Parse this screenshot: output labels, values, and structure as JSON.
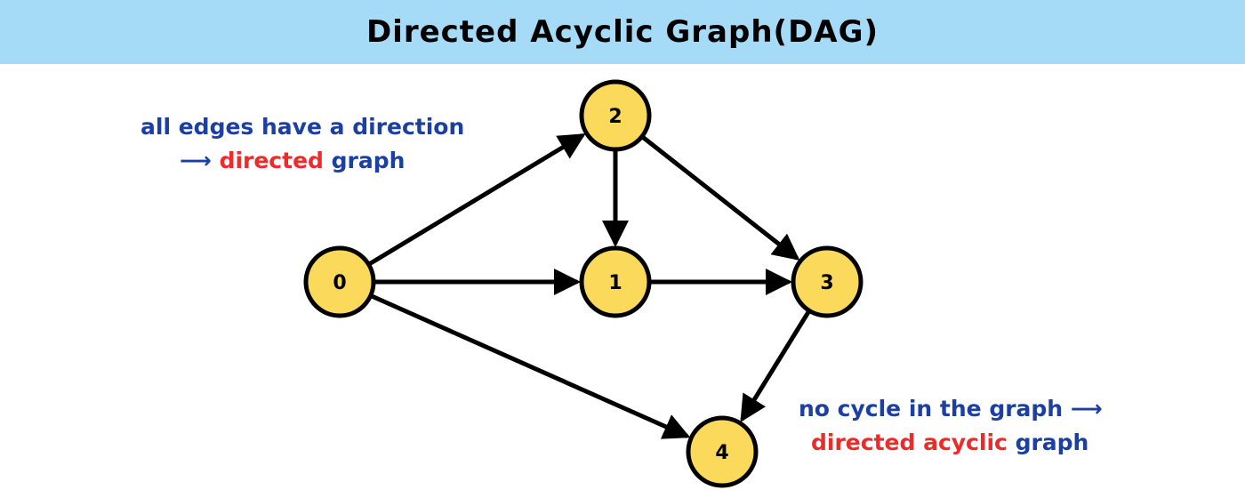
{
  "title": "Directed Acyclic Graph(DAG)",
  "colors": {
    "header_bg": "#a6dbf8",
    "node_fill": "#fbd95a",
    "node_stroke": "#000000",
    "edge": "#000000",
    "text_blue": "#1b3fa3",
    "text_red": "#ef2a2a"
  },
  "annotations": {
    "left": {
      "line1": "all edges have a direction",
      "arrow": "⟶",
      "highlight": "directed",
      "tail": "graph"
    },
    "right": {
      "line1": "no cycle in the graph",
      "arrow": "⟶",
      "highlight": "directed acyclic",
      "tail": "graph"
    }
  },
  "graph": {
    "nodes": [
      {
        "id": "0",
        "label": "0"
      },
      {
        "id": "1",
        "label": "1"
      },
      {
        "id": "2",
        "label": "2"
      },
      {
        "id": "3",
        "label": "3"
      },
      {
        "id": "4",
        "label": "4"
      }
    ],
    "edges": [
      {
        "from": "0",
        "to": "2"
      },
      {
        "from": "0",
        "to": "1"
      },
      {
        "from": "0",
        "to": "4"
      },
      {
        "from": "2",
        "to": "1"
      },
      {
        "from": "2",
        "to": "3"
      },
      {
        "from": "1",
        "to": "3"
      },
      {
        "from": "3",
        "to": "4"
      }
    ]
  }
}
